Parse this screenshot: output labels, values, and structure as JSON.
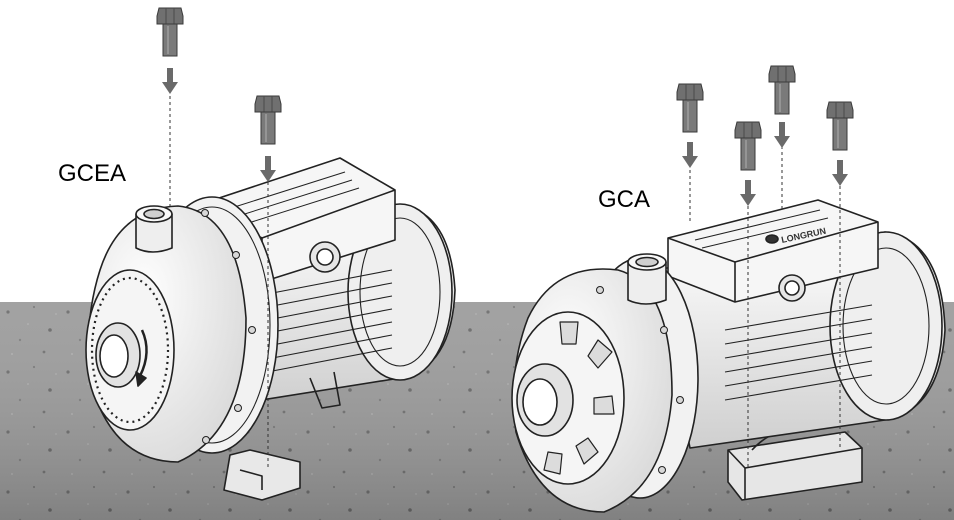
{
  "labels": {
    "left_model": "GCEA",
    "right_model": "GCA"
  },
  "brand_logo_text": "LONGRUN",
  "colors": {
    "floor": "#9c9c9c",
    "floor_dark": "#7f7f7f",
    "bolt": "#6e6e6e",
    "pump_body": "#f4f4f4",
    "outline": "#222222",
    "guide_line": "#333333"
  },
  "icons": [
    "bolt-icon",
    "down-arrow-icon"
  ]
}
